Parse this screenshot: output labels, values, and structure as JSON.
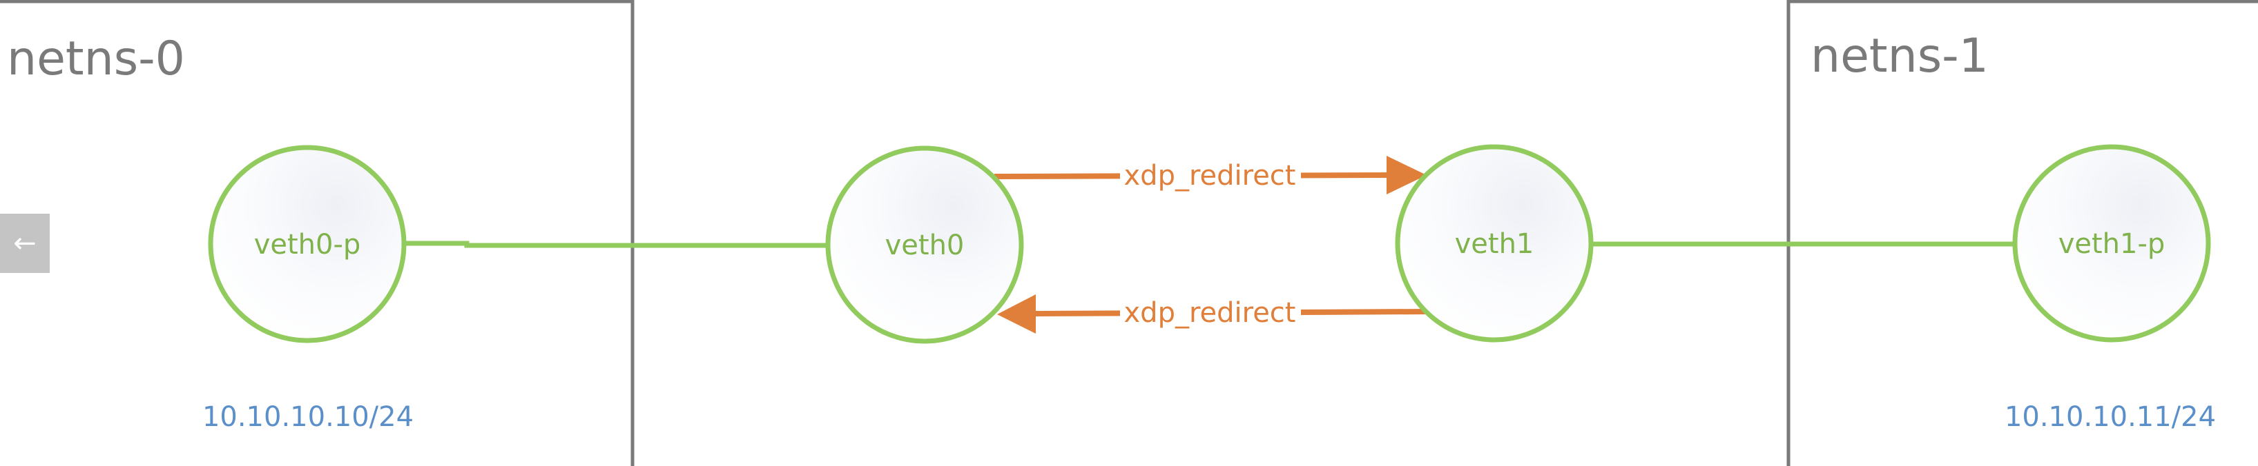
{
  "namespaces": [
    {
      "id": "ns0",
      "label": "netns-0"
    },
    {
      "id": "ns1",
      "label": "netns-1"
    }
  ],
  "nodes": [
    {
      "id": "veth0-p",
      "label": "veth0-p"
    },
    {
      "id": "veth0",
      "label": "veth0"
    },
    {
      "id": "veth1",
      "label": "veth1"
    },
    {
      "id": "veth1-p",
      "label": "veth1-p"
    }
  ],
  "ips": [
    {
      "id": "ip0",
      "value": "10.10.10.10/24"
    },
    {
      "id": "ip1",
      "value": "10.10.10.11/24"
    }
  ],
  "edges": [
    {
      "from": "veth0-p",
      "to": "veth0",
      "type": "link",
      "label": ""
    },
    {
      "from": "veth1",
      "to": "veth1-p",
      "type": "link",
      "label": ""
    },
    {
      "from": "veth0",
      "to": "veth1",
      "type": "arrow",
      "label": "xdp_redirect"
    },
    {
      "from": "veth1",
      "to": "veth0",
      "type": "arrow",
      "label": "xdp_redirect"
    }
  ],
  "colors": {
    "node_stroke": "#92cb5d",
    "link": "#92cb5d",
    "arrow": "#e07f3a",
    "namespace_border": "#7a7a7a",
    "ip_text": "#5b8fc9"
  },
  "controls": {
    "back_icon": "arrow-left-icon",
    "back_glyph": "←"
  }
}
